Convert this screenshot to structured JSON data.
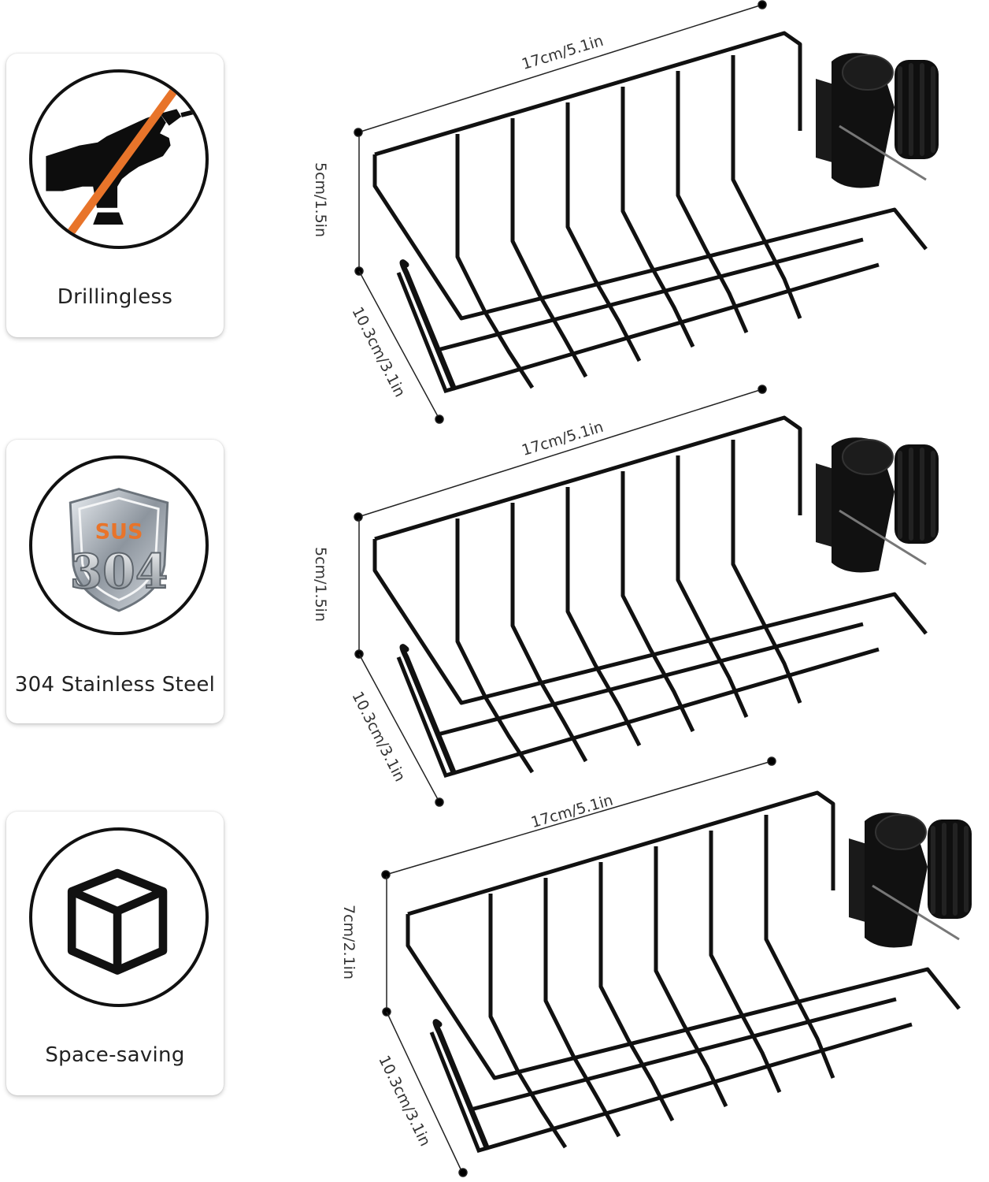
{
  "features": [
    {
      "label": "Drillingless",
      "icon": "no-drill-icon"
    },
    {
      "label": "304 Stainless Steel",
      "icon": "sus304-shield-icon",
      "badge_top": "SUS",
      "badge_bottom": "304"
    },
    {
      "label": "Space-saving",
      "icon": "cube-icon"
    }
  ],
  "baskets": [
    {
      "length": "17cm/5.1in",
      "height": "5cm/1.5in",
      "depth": "10.3cm/3.1in"
    },
    {
      "length": "17cm/5.1in",
      "height": "5cm/1.5in",
      "depth": "10.3cm/3.1in"
    },
    {
      "length": "17cm/5.1in",
      "height": "7cm/2.1in",
      "depth": "10.3cm/3.1in"
    }
  ],
  "colors": {
    "accent": "#e8742a",
    "wire": "#111111",
    "shield": "#9aa2ab"
  }
}
